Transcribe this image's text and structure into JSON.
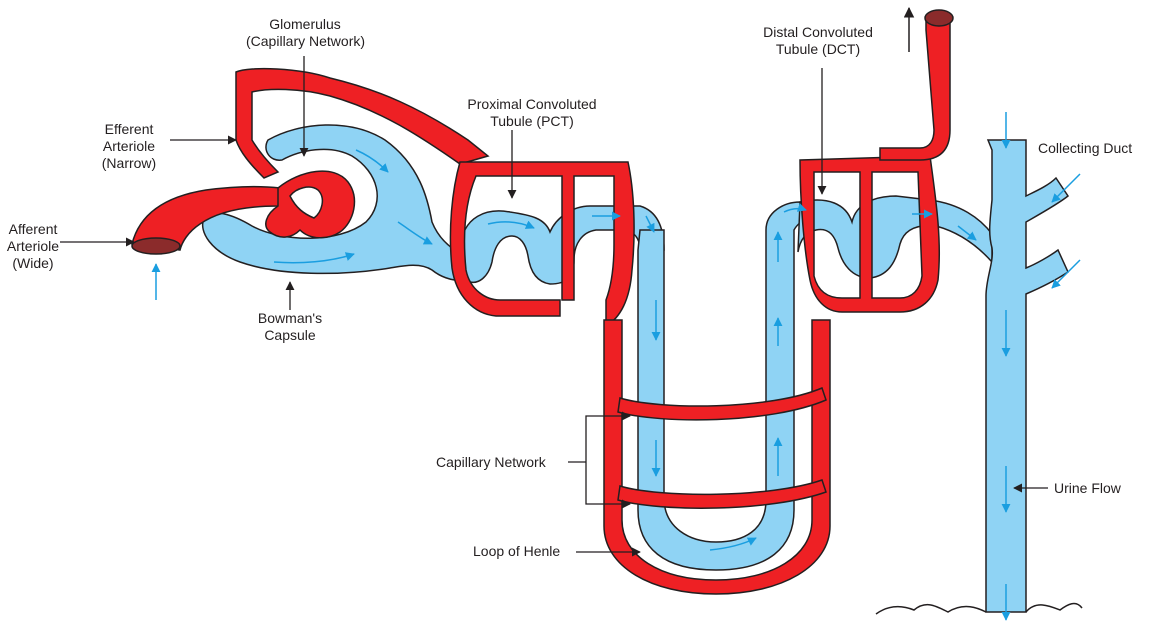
{
  "colors": {
    "vessel": "#ee2024",
    "vessel_cut": "#8b2b2b",
    "tubule": "#8fd3f4",
    "flow_arrow": "#1a9ee0",
    "outline": "#231f20",
    "leader": "#231f20"
  },
  "labels": {
    "glomerulus": [
      "Glomerulus",
      "(Capillary Network)"
    ],
    "efferent": [
      "Efferent",
      "Arteriole",
      "(Narrow)"
    ],
    "afferent": [
      "Afferent",
      "Arteriole",
      "(Wide)"
    ],
    "bowmans": [
      "Bowman's",
      "Capsule"
    ],
    "pct": [
      "Proximal Convoluted",
      "Tubule (PCT)"
    ],
    "dct": [
      "Distal Convoluted",
      "Tubule (DCT)"
    ],
    "collecting": "Collecting Duct",
    "capillary": "Capillary Network",
    "loop": "Loop of Henle",
    "urine": "Urine Flow"
  }
}
